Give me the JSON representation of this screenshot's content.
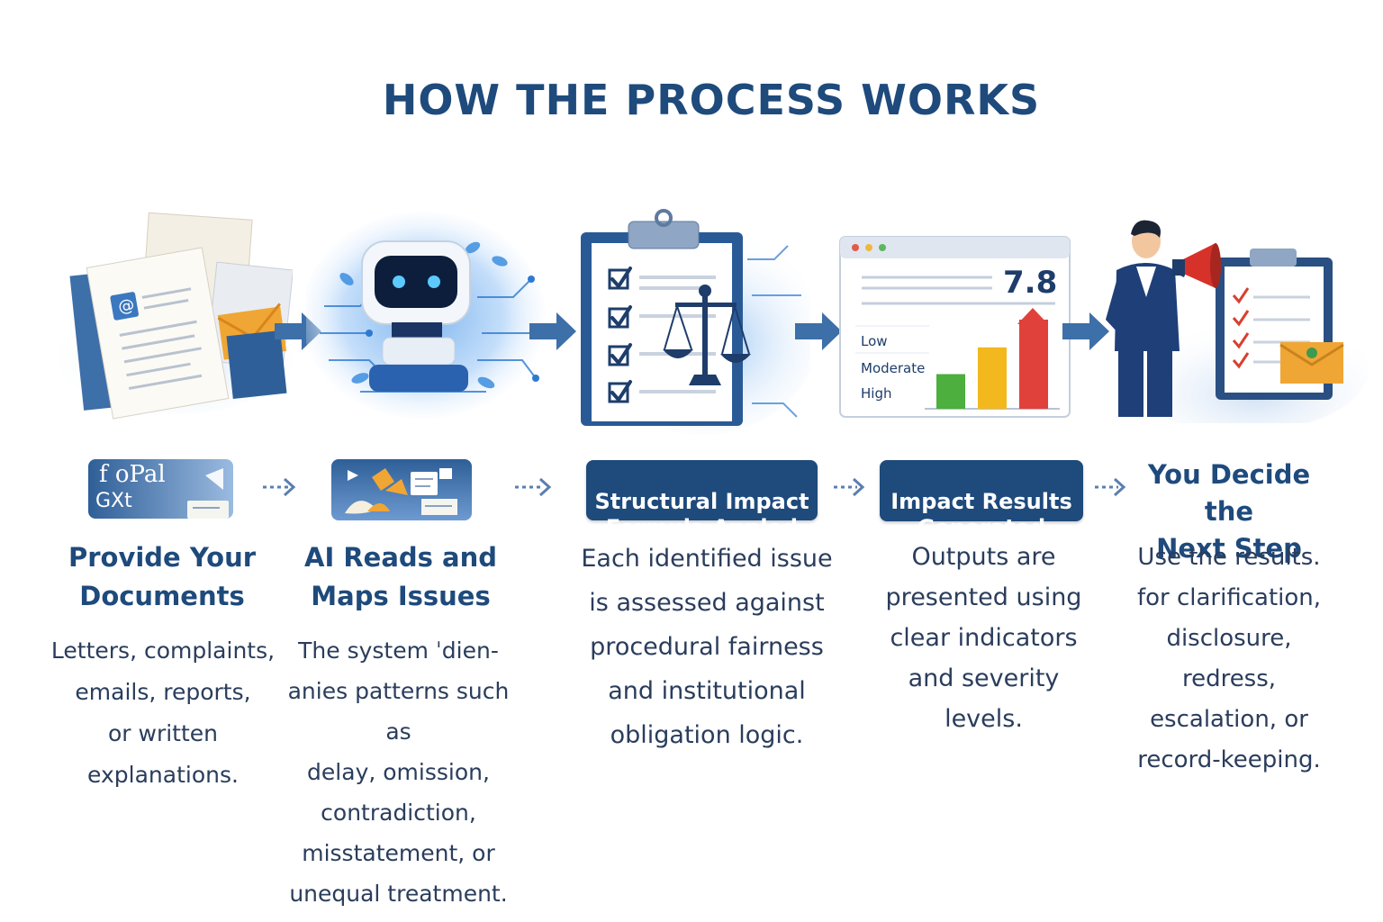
{
  "title": "HOW THE PROCESS WORKS",
  "colors": {
    "navy": "#1e4a7c",
    "accent_blue": "#3b78c0",
    "green": "#4caf3e",
    "yellow": "#f2b81e",
    "red": "#e0413a"
  },
  "steps": [
    {
      "badge_text_1": "f oPal",
      "badge_text_2": "GXt",
      "heading": "Provide Your\nDocuments",
      "description": "Letters, complaints,\nemails, reports,\nor written\nexplanations."
    },
    {
      "heading": "AI Reads and\nMaps Issues",
      "description": "The system ˈdien-\nanies patterns such as\ndelay, omission,\ncontradiction,\nmisstatement, or\nunequal treatment."
    },
    {
      "pill": "Structural Impact\nFormula Appled",
      "description": "Each identified issue\nis assessed against\nprocedural fairness\nand institutional\nobligation logic."
    },
    {
      "pill": "Impact Results\nGenerated",
      "description": "Outputs are\npresented using\nclear indicators\nand severity\nlevels."
    },
    {
      "heading": "You Decide the\nNext Step",
      "description": "Use the results.\nfor clarification,\ndisclosure,\nredress,\nescalation, or\nrecord-keeping."
    }
  ],
  "dashboard": {
    "score": "7.8",
    "levels": [
      "Low",
      "Moderate",
      "High"
    ],
    "bars": [
      {
        "level": "Low",
        "value": 0.35,
        "color": "#4caf3e"
      },
      {
        "level": "Moderate",
        "value": 0.62,
        "color": "#f2b81e"
      },
      {
        "level": "High",
        "value": 0.9,
        "color": "#e0413a"
      }
    ]
  },
  "icons": {
    "step1": "documents-stack-icon",
    "step2": "ai-robot-icon",
    "step3": "clipboard-scales-icon",
    "step4": "dashboard-chart-icon",
    "step5": "person-megaphone-icon",
    "arrow": "right-arrow-icon"
  }
}
